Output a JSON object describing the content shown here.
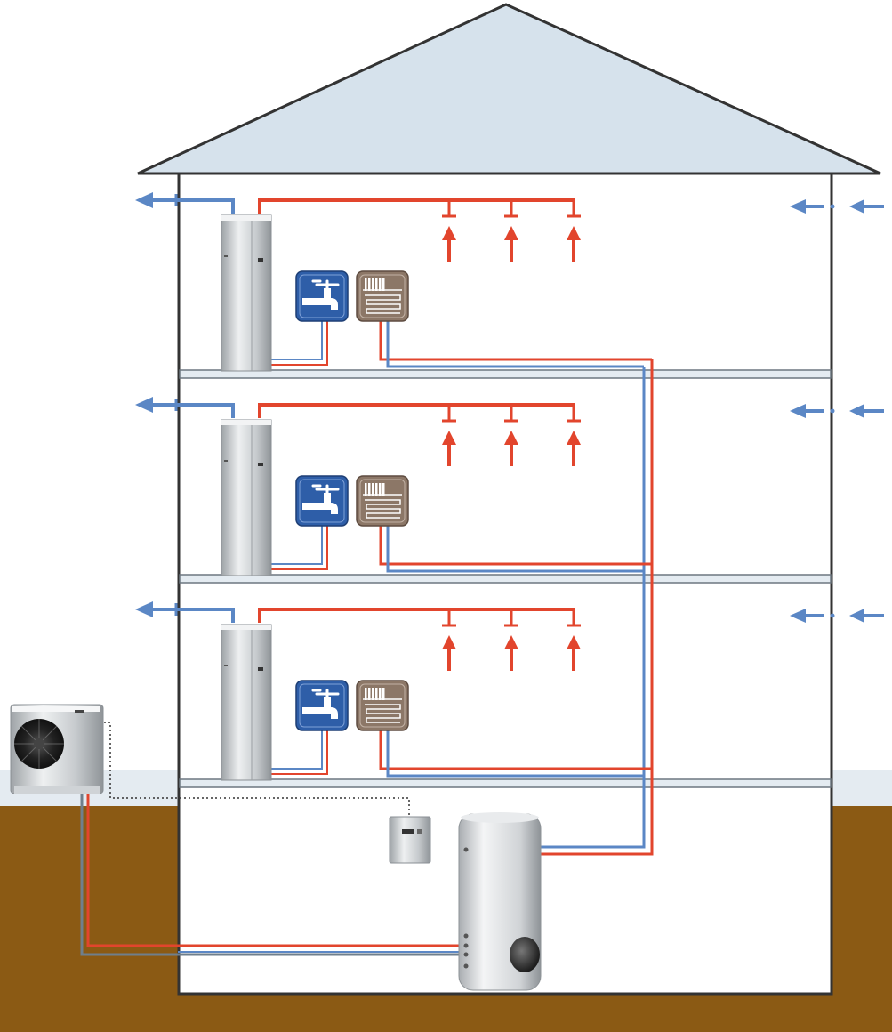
{
  "diagram": {
    "floors": [
      {
        "name": "floor-3",
        "has_ventilation_unit": true,
        "has_hot_water_icon": true,
        "has_heating_icon": true,
        "supply_vents": 3
      },
      {
        "name": "floor-2",
        "has_ventilation_unit": true,
        "has_hot_water_icon": true,
        "has_heating_icon": true,
        "supply_vents": 3
      },
      {
        "name": "floor-1",
        "has_ventilation_unit": true,
        "has_hot_water_icon": true,
        "has_heating_icon": true,
        "supply_vents": 3
      }
    ],
    "components": [
      "outdoor-heat-pump",
      "control-module",
      "storage-tank",
      "ventilation-unit",
      "hot-water-icon",
      "heating-icon"
    ],
    "icons": {
      "hot_water": "tap-icon",
      "heating": "radiator-underfloor-icon"
    },
    "colors": {
      "roof": "#d6e2ec",
      "wall": "#333333",
      "ground": "#8b5a14",
      "slab": "#e4ebf1",
      "hot_pipe": "#e2452d",
      "cold_pipe": "#5b87c5",
      "tap_icon_bg": "#2e5ea8",
      "heating_icon_bg": "#8c7767",
      "return_line": "#6f7f8c"
    }
  }
}
